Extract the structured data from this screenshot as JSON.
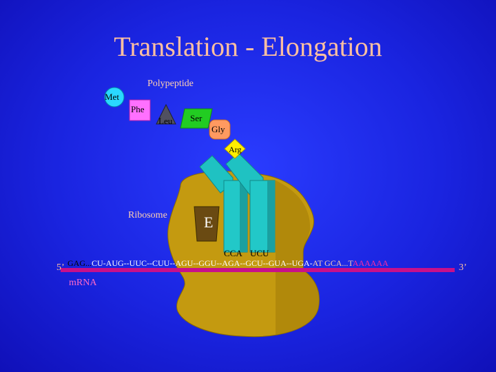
{
  "title": "Translation - Elongation",
  "labels": {
    "polypeptide": "Polypeptide",
    "ribosome": "Ribosome",
    "e_site": "E",
    "five_prime": "5’",
    "three_prime": "3’",
    "mrna": "mRNA",
    "anticodon_1": "CCA",
    "anticodon_2": "UCU"
  },
  "amino_acids": [
    {
      "name": "Met",
      "shape": "circle",
      "color": "#2ad8ff"
    },
    {
      "name": "Phe",
      "shape": "square",
      "color": "#ff70ff"
    },
    {
      "name": "Leu",
      "shape": "triangle",
      "color": "#505060"
    },
    {
      "name": "Ser",
      "shape": "parallelogram",
      "color": "#22cc22"
    },
    {
      "name": "Gly",
      "shape": "rounded-square",
      "color": "#ff9a60"
    },
    {
      "name": "Arg",
      "shape": "diamond",
      "color": "#ffee00"
    }
  ],
  "mrna_sequence": {
    "segment_dark": "GAG...",
    "segment_white": "CU-AUG--UUC--CUU--AGU--GGU--AGA--GCU--GUA--UGA-",
    "segment_light": "AT GCA...T",
    "segment_tail": "AAAAAA"
  },
  "colors": {
    "background": "#1a24e0",
    "ribosome": "#c49a10",
    "trna": "#22c8c8",
    "mrna_strand": "#c8108a",
    "title_text": "#ffc0a0"
  }
}
